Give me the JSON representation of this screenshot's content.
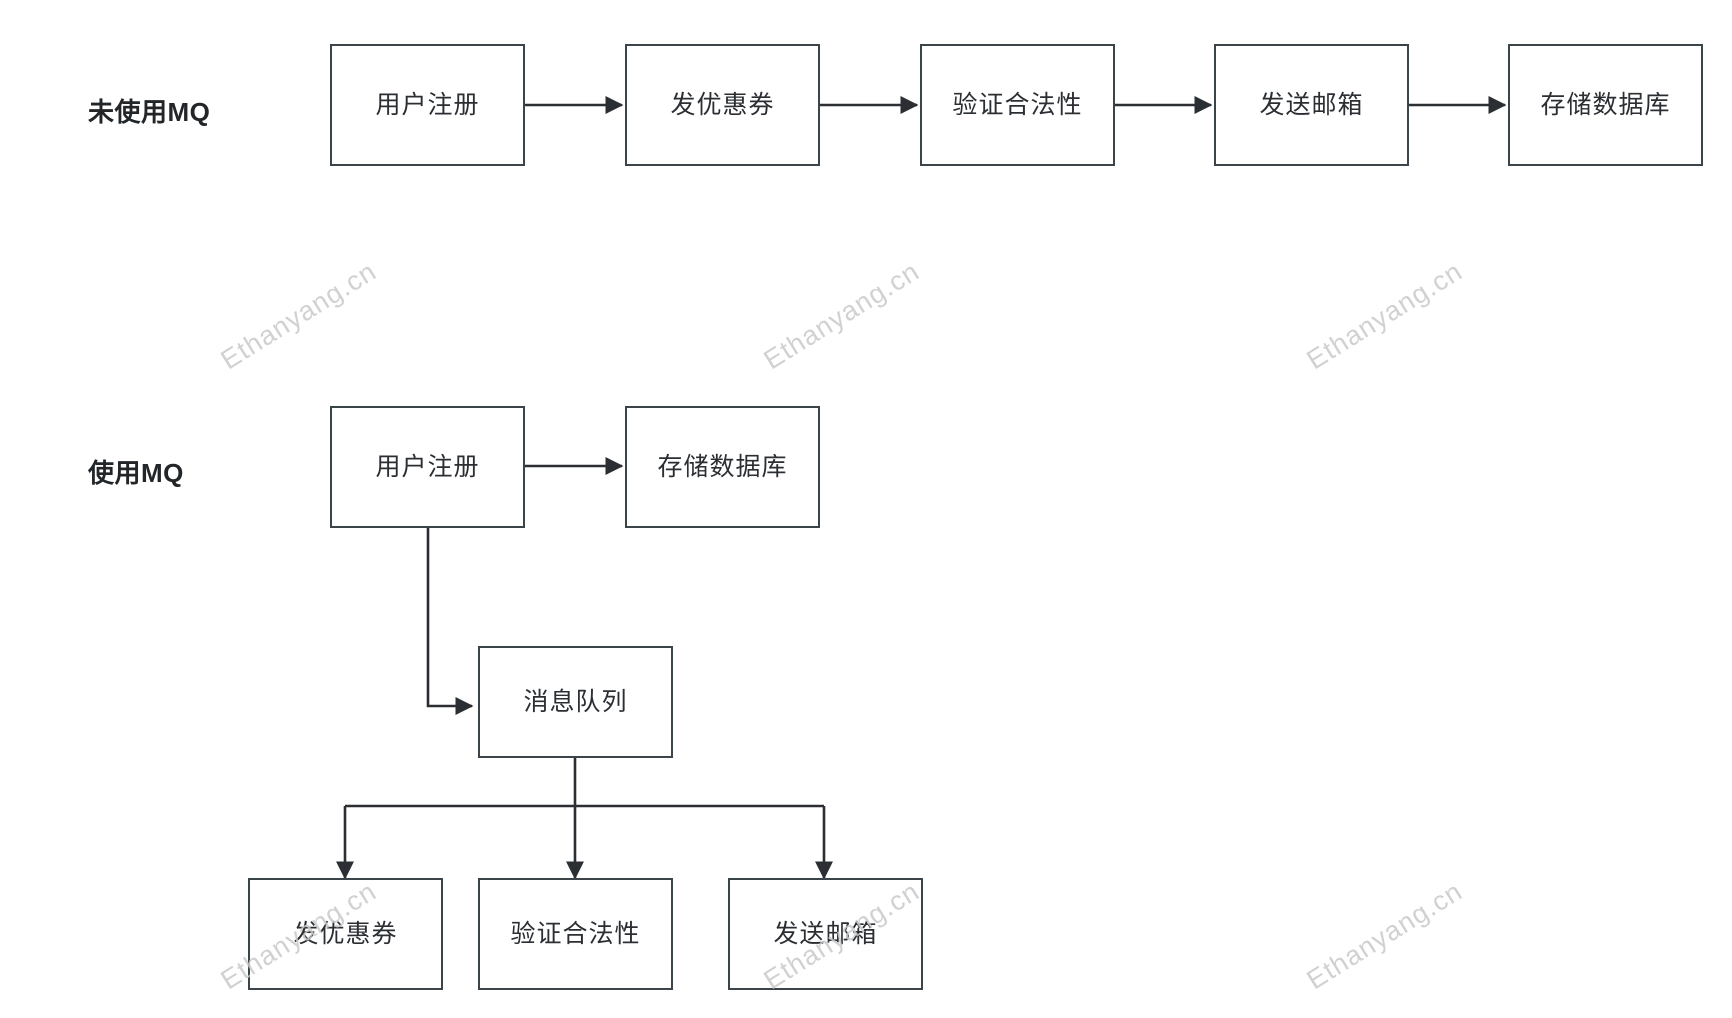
{
  "diagram": {
    "title_top": "未使用MQ",
    "title_bottom": "使用MQ",
    "watermark_text": "Ethanyang.cn",
    "colors": {
      "box_border": "#3b4449",
      "box_fill": "#ffffff",
      "text": "#2b2f33",
      "label": "#232629",
      "edge": "#2b2f33",
      "watermark": "#c9c9c9",
      "background": "#ffffff"
    },
    "sections": [
      {
        "name": "without-mq",
        "label": "未使用MQ",
        "nodes": [
          {
            "id": "t1",
            "label": "用户注册"
          },
          {
            "id": "t2",
            "label": "发优惠券"
          },
          {
            "id": "t3",
            "label": "验证合法性"
          },
          {
            "id": "t4",
            "label": "发送邮箱"
          },
          {
            "id": "t5",
            "label": "存储数据库"
          }
        ],
        "edges": [
          {
            "from": "用户注册",
            "to": "发优惠券",
            "style": "straight-arrow"
          },
          {
            "from": "发优惠券",
            "to": "验证合法性",
            "style": "straight-arrow"
          },
          {
            "from": "验证合法性",
            "to": "发送邮箱",
            "style": "straight-arrow"
          },
          {
            "from": "发送邮箱",
            "to": "存储数据库",
            "style": "straight-arrow"
          }
        ]
      },
      {
        "name": "with-mq",
        "label": "使用MQ",
        "nodes": [
          {
            "id": "b1",
            "label": "用户注册"
          },
          {
            "id": "b2",
            "label": "存储数据库"
          },
          {
            "id": "b3",
            "label": "消息队列"
          },
          {
            "id": "b4",
            "label": "发优惠券"
          },
          {
            "id": "b5",
            "label": "验证合法性"
          },
          {
            "id": "b6",
            "label": "发送邮箱"
          }
        ],
        "edges": [
          {
            "from": "用户注册",
            "to": "存储数据库",
            "style": "straight-arrow"
          },
          {
            "from": "用户注册",
            "to": "消息队列",
            "style": "elbow-arrow"
          },
          {
            "from": "消息队列",
            "to": "发优惠券",
            "style": "branch-arrow"
          },
          {
            "from": "消息队列",
            "to": "验证合法性",
            "style": "branch-arrow"
          },
          {
            "from": "消息队列",
            "to": "发送邮箱",
            "style": "branch-arrow"
          }
        ]
      }
    ]
  }
}
